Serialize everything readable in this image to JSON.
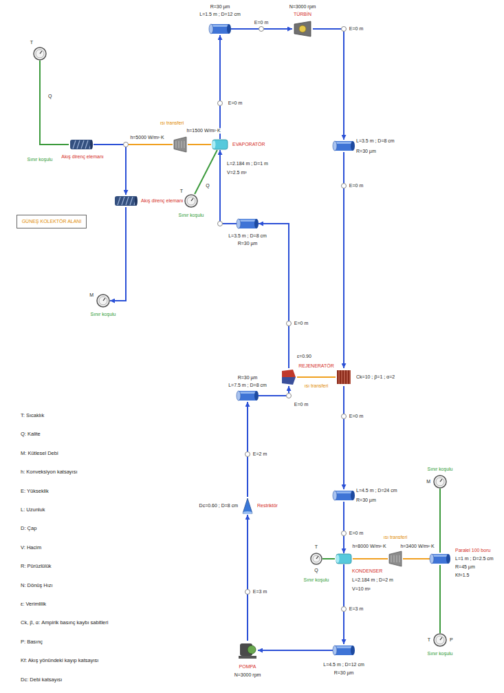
{
  "diagram": {
    "nodes": [
      {
        "text": [
          "T",
          "Q",
          "Sınır koşulu"
        ]
      },
      {
        "text": [
          "Akış direnç elemanı"
        ]
      },
      {
        "text": [
          "ısı transferi"
        ]
      },
      {
        "text": [
          "Akış direnç elemanı"
        ]
      },
      {
        "text": [
          "M",
          "Sınır koşulu"
        ]
      },
      {
        "text": [
          "GÜNEŞ KOLEKTÖR ALANI"
        ]
      },
      {
        "text": [
          "EVAPORATÖR",
          "L=2.184 m ; D=1 m",
          "V=2.5 m³"
        ]
      },
      {
        "text": [
          "T",
          "Q",
          "Sınır koşulu"
        ]
      },
      {
        "text": [
          "R=30 µm",
          "L=1.5 m ; D=12 cm"
        ]
      },
      {
        "text": [
          "N=3000 rpm",
          "TÜRBİN"
        ]
      },
      {
        "text": [
          "L=3.5 m ; D=8 cm",
          "R=30 µm"
        ]
      },
      {
        "text": [
          "ε=0.90",
          "REJENERATÖR"
        ]
      },
      {
        "text": [
          "Ck=10 ; β=1 ; α=2"
        ]
      },
      {
        "text": [
          "L=3.5 m ; D=8 cm",
          "R=30 µm"
        ]
      },
      {
        "text": [
          "L=4.5 m ; D=24 cm",
          "R=30 µm"
        ]
      },
      {
        "text": [
          "KONDENSER",
          "L=2.184 m ; D=2 m",
          "V=10 m³"
        ]
      },
      {
        "text": [
          "ısı transferi"
        ]
      },
      {
        "text": [
          "Paralel 100 boru",
          "L=1 m ; D=2.5 cm",
          "R=45 µm",
          "Kf=1.5"
        ]
      },
      {
        "text": [
          "Sınır koşulu",
          "M"
        ]
      },
      {
        "text": [
          "T",
          "P",
          "Sınır koşulu"
        ]
      },
      {
        "text": [
          "T",
          "Q",
          "Sınır koşulu"
        ]
      },
      {
        "text": [
          "L=4.5 m ; D=12 cm",
          "R=30 µm"
        ]
      },
      {
        "text": [
          "POMPA",
          "N=3000 rpm"
        ]
      },
      {
        "text": [
          "Dc=0.60 ; D=8 cm",
          "Restriktör"
        ]
      },
      {
        "text": [
          "R=30 µm",
          "L=7.5 m ; D=8 cm"
        ]
      }
    ],
    "edges": [
      {
        "from": 0,
        "to": 1,
        "arrow": "none"
      },
      {
        "from": 1,
        "to": 2,
        "label": "h=5000 W/m²·K",
        "arrow": "none"
      },
      {
        "from": 2,
        "to": 6,
        "label": "h=1500 W/m²·K",
        "arrow": "none"
      },
      {
        "from": 1,
        "to": 3,
        "arrow": "to"
      },
      {
        "from": 3,
        "to": 4,
        "arrow": "to"
      },
      {
        "from": 7,
        "to": 6,
        "arrow": "none"
      },
      {
        "from": 6,
        "to": 8,
        "label": "E=0 m",
        "arrow": "to"
      },
      {
        "from": 8,
        "to": 9,
        "label": "E=0 m",
        "arrow": "to"
      },
      {
        "from": 9,
        "to": 10,
        "label": "E=0 m",
        "arrow": "to"
      },
      {
        "from": 10,
        "to": 12,
        "label": "E=0 m",
        "arrow": "to"
      },
      {
        "from": 12,
        "to": 14,
        "label": "E=0 m",
        "arrow": "to"
      },
      {
        "from": 14,
        "to": 15,
        "label": "E=0 m",
        "arrow": "to"
      },
      {
        "from": 20,
        "to": 15,
        "arrow": "none"
      },
      {
        "from": 15,
        "to": 16,
        "label": "h=8000 W/m²·K",
        "arrow": "none"
      },
      {
        "from": 16,
        "to": 17,
        "label": "h=3400 W/m²·K",
        "arrow": "none"
      },
      {
        "from": 18,
        "to": 17,
        "arrow": "none"
      },
      {
        "from": 19,
        "to": 17,
        "arrow": "none"
      },
      {
        "from": 15,
        "to": 21,
        "label": "E=3 m",
        "arrow": "to"
      },
      {
        "from": 21,
        "to": 22,
        "arrow": "to"
      },
      {
        "from": 22,
        "to": 23,
        "label": "E=3 m",
        "arrow": "to"
      },
      {
        "from": 23,
        "to": 24,
        "label": "E=2 m",
        "arrow": "to"
      },
      {
        "from": 24,
        "to": 11,
        "label": "E=0 m",
        "arrow": "to"
      },
      {
        "from": 11,
        "to": 13,
        "label": "E=0 m",
        "arrow": "to"
      },
      {
        "from": 13,
        "to": 6,
        "arrow": "to"
      },
      {
        "from": 12,
        "to": 11,
        "label": "ısı transferi",
        "arrow": "none"
      }
    ],
    "labels": [
      "T: Sıcaklık",
      "Q: Kalite",
      "M: Kütlesel Debi",
      "h: Konveksiyon katsayısı",
      "E: Yükseklik",
      "L: Uzunluk",
      "D: Çap",
      "V: Hacim",
      "R: Pürüzlülük",
      "N: Dönüş Hızı",
      "ε: Verimlilik",
      "Ck, β, α: Ampirik basınç kaybı sabitleri",
      "P: Basınç",
      "Kf: Akış yönündeki kayıp katsayısı",
      "Dc: Debi katsayısı"
    ]
  }
}
